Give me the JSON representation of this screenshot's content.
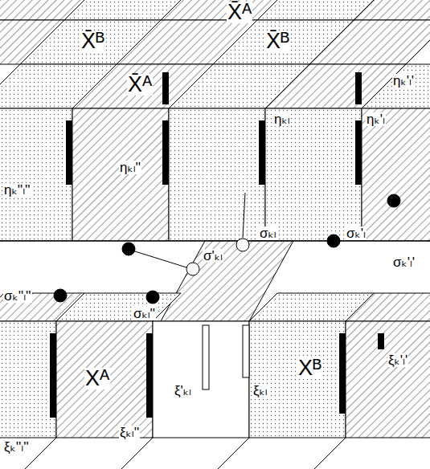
{
  "diagram": {
    "labels": [
      "X̄ᴬ",
      "X̄ᴮ",
      "X̄ᴮ",
      "X̄ᴬ",
      "ηₖ'ₗ'",
      "ηₖₗ",
      "ηₖ'ₗ",
      "ηₖₗ''",
      "ηₖ''ₗ''",
      "σₖₗ",
      "σₖ'ₗ",
      "σₖ'ₗ'",
      "σₖ''ₗ''",
      "σ'ₖₗ",
      "σₖₗ''",
      "Xᴬ",
      "Xᴮ",
      "ξ'ₖₗ",
      "ξₖₗ",
      "ξₖ'ₗ'",
      "ξₖₗ''",
      "ξₖ''ₗ''"
    ]
  }
}
